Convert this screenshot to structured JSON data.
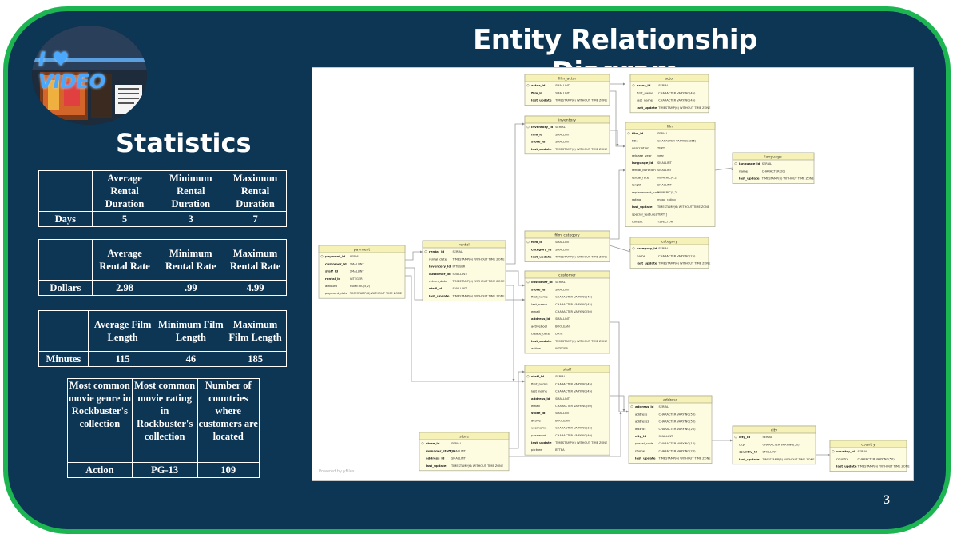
{
  "slide": {
    "title": "Entity Relationship Diagram",
    "page_number": "3",
    "colors": {
      "background": "#0d3554",
      "border": "#1db552",
      "text": "#ffffff"
    }
  },
  "logo": {
    "sign_text": "I ♥ VIDEO",
    "icon": "storefront-photo"
  },
  "stats": {
    "heading": "Statistics",
    "rental_duration": {
      "headers": [
        "Average Rental Duration",
        "Minimum Rental Duration",
        "Maximum Rental Duration"
      ],
      "row_label": "Days",
      "values": [
        "5",
        "3",
        "7"
      ]
    },
    "rental_rate": {
      "headers": [
        "Average Rental Rate",
        "Minimum Rental Rate",
        "Maximum Rental Rate"
      ],
      "row_label": "Dollars",
      "values": [
        "2.98",
        ".99",
        "4.99"
      ]
    },
    "film_length": {
      "headers": [
        "Average Film Length",
        "Minimum Film Length",
        "Maximum Film Length"
      ],
      "row_label": "Minutes",
      "values": [
        "115",
        "46",
        "185"
      ]
    },
    "collection": {
      "headers": [
        "Most common movie genre in Rockbuster's collection",
        "Most common movie rating in Rockbuster's collection",
        "Number of countries where customers are located"
      ],
      "values": [
        "Action",
        "PG-13",
        "109"
      ]
    }
  },
  "erd": {
    "footer": "Powered by yFiles",
    "tables": [
      {
        "name": "film_actor",
        "rows": [
          [
            "actor_id",
            "SMALLINT"
          ],
          [
            "film_id",
            "SMALLINT"
          ],
          [
            "last_update",
            "TIMESTAMP(6) WITHOUT TIME ZONE"
          ]
        ]
      },
      {
        "name": "actor",
        "rows": [
          [
            "actor_id",
            "SERIAL"
          ],
          [
            "first_name",
            "CHARACTER VARYING(45)"
          ],
          [
            "last_name",
            "CHARACTER VARYING(45)"
          ],
          [
            "last_update",
            "TIMESTAMP(6) WITHOUT TIME ZONE"
          ]
        ]
      },
      {
        "name": "inventory",
        "rows": [
          [
            "inventory_id",
            "SERIAL"
          ],
          [
            "film_id",
            "SMALLINT"
          ],
          [
            "store_id",
            "SMALLINT"
          ],
          [
            "last_update",
            "TIMESTAMP(6) WITHOUT TIME ZONE"
          ]
        ]
      },
      {
        "name": "film",
        "rows": [
          [
            "film_id",
            "SERIAL"
          ],
          [
            "title",
            "CHARACTER VARYING(255)"
          ],
          [
            "description",
            "TEXT"
          ],
          [
            "release_year",
            "year"
          ],
          [
            "language_id",
            "SMALLINT"
          ],
          [
            "rental_duration",
            "SMALLINT"
          ],
          [
            "rental_rate",
            "NUMERIC(4,2)"
          ],
          [
            "length",
            "SMALLINT"
          ],
          [
            "replacement_cost",
            "NUMERIC(5,2)"
          ],
          [
            "rating",
            "mpaa_rating"
          ],
          [
            "last_update",
            "TIMESTAMP(6) WITHOUT TIME ZONE"
          ],
          [
            "special_features",
            "TEXT[]"
          ],
          [
            "fulltext",
            "TSVECTOR"
          ]
        ]
      },
      {
        "name": "language",
        "rows": [
          [
            "language_id",
            "SERIAL"
          ],
          [
            "name",
            "CHARACTER(20)"
          ],
          [
            "last_update",
            "TIMESTAMP(6) WITHOUT TIME ZONE"
          ]
        ]
      },
      {
        "name": "film_category",
        "rows": [
          [
            "film_id",
            "SMALLINT"
          ],
          [
            "category_id",
            "SMALLINT"
          ],
          [
            "last_update",
            "TIMESTAMP(6) WITHOUT TIME ZONE"
          ]
        ]
      },
      {
        "name": "category",
        "rows": [
          [
            "category_id",
            "SERIAL"
          ],
          [
            "name",
            "CHARACTER VARYING(25)"
          ],
          [
            "last_update",
            "TIMESTAMP(6) WITHOUT TIME ZONE"
          ]
        ]
      },
      {
        "name": "payment",
        "rows": [
          [
            "payment_id",
            "SERIAL"
          ],
          [
            "customer_id",
            "SMALLINT"
          ],
          [
            "staff_id",
            "SMALLINT"
          ],
          [
            "rental_id",
            "INTEGER"
          ],
          [
            "amount",
            "NUMERIC(5,2)"
          ],
          [
            "payment_date",
            "TIMESTAMP(6) WITHOUT TIME ZONE"
          ]
        ]
      },
      {
        "name": "rental",
        "rows": [
          [
            "rental_id",
            "SERIAL"
          ],
          [
            "rental_date",
            "TIMESTAMP(6) WITHOUT TIME ZONE"
          ],
          [
            "inventory_id",
            "INTEGER"
          ],
          [
            "customer_id",
            "SMALLINT"
          ],
          [
            "return_date",
            "TIMESTAMP(6) WITHOUT TIME ZONE"
          ],
          [
            "staff_id",
            "SMALLINT"
          ],
          [
            "last_update",
            "TIMESTAMP(6) WITHOUT TIME ZONE"
          ]
        ]
      },
      {
        "name": "customer",
        "rows": [
          [
            "customer_id",
            "SERIAL"
          ],
          [
            "store_id",
            "SMALLINT"
          ],
          [
            "first_name",
            "CHARACTER VARYING(45)"
          ],
          [
            "last_name",
            "CHARACTER VARYING(45)"
          ],
          [
            "email",
            "CHARACTER VARYING(50)"
          ],
          [
            "address_id",
            "SMALLINT"
          ],
          [
            "activebool",
            "BOOLEAN"
          ],
          [
            "create_date",
            "DATE"
          ],
          [
            "last_update",
            "TIMESTAMP(6) WITHOUT TIME ZONE"
          ],
          [
            "active",
            "INTEGER"
          ]
        ]
      },
      {
        "name": "staff",
        "rows": [
          [
            "staff_id",
            "SERIAL"
          ],
          [
            "first_name",
            "CHARACTER VARYING(45)"
          ],
          [
            "last_name",
            "CHARACTER VARYING(45)"
          ],
          [
            "address_id",
            "SMALLINT"
          ],
          [
            "email",
            "CHARACTER VARYING(50)"
          ],
          [
            "store_id",
            "SMALLINT"
          ],
          [
            "active",
            "BOOLEAN"
          ],
          [
            "username",
            "CHARACTER VARYING(16)"
          ],
          [
            "password",
            "CHARACTER VARYING(40)"
          ],
          [
            "last_update",
            "TIMESTAMP(6) WITHOUT TIME ZONE"
          ],
          [
            "picture",
            "BYTEA"
          ]
        ]
      },
      {
        "name": "address",
        "rows": [
          [
            "address_id",
            "SERIAL"
          ],
          [
            "address",
            "CHARACTER VARYING(50)"
          ],
          [
            "address2",
            "CHARACTER VARYING(50)"
          ],
          [
            "district",
            "CHARACTER VARYING(20)"
          ],
          [
            "city_id",
            "SMALLINT"
          ],
          [
            "postal_code",
            "CHARACTER VARYING(10)"
          ],
          [
            "phone",
            "CHARACTER VARYING(20)"
          ],
          [
            "last_update",
            "TIMESTAMP(6) WITHOUT TIME ZONE"
          ]
        ]
      },
      {
        "name": "city",
        "rows": [
          [
            "city_id",
            "SERIAL"
          ],
          [
            "city",
            "CHARACTER VARYING(50)"
          ],
          [
            "country_id",
            "SMALLINT"
          ],
          [
            "last_update",
            "TIMESTAMP(6) WITHOUT TIME ZONE"
          ]
        ]
      },
      {
        "name": "store",
        "rows": [
          [
            "store_id",
            "SERIAL"
          ],
          [
            "manager_staff_id",
            "SMALLINT"
          ],
          [
            "address_id",
            "SMALLINT"
          ],
          [
            "last_update",
            "TIMESTAMP(6) WITHOUT TIME ZONE"
          ]
        ]
      },
      {
        "name": "country",
        "rows": [
          [
            "country_id",
            "SERIAL"
          ],
          [
            "country",
            "CHARACTER VARYING(50)"
          ],
          [
            "last_update",
            "TIMESTAMP(6) WITHOUT TIME ZONE"
          ]
        ]
      }
    ]
  }
}
